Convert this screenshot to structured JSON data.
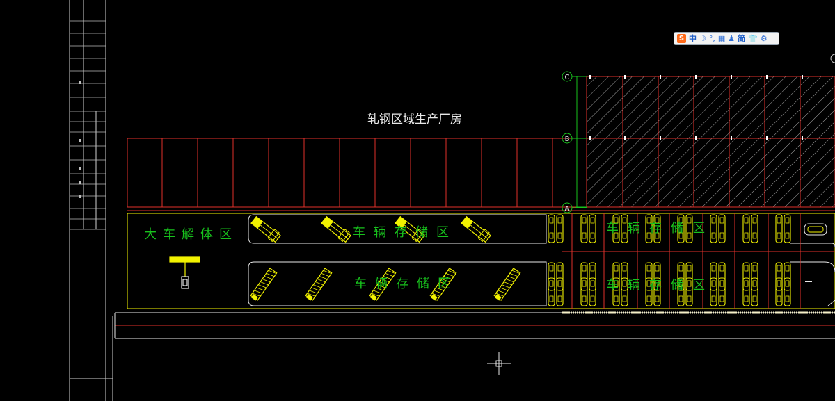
{
  "drawing": {
    "title_text": "轧钢区域生产厂房",
    "axes": {
      "c": "C",
      "b": "B",
      "a": "A"
    },
    "zones": {
      "dismantle": [
        "大",
        "车",
        "解",
        "体",
        "区"
      ],
      "upper_storage": [
        "车",
        "辆",
        "存",
        "储",
        "区"
      ],
      "lower_storage": [
        "车",
        "辆",
        "存",
        "储",
        "区"
      ],
      "right_upper_storage": [
        "车",
        "辆",
        "存",
        "储",
        "区"
      ],
      "right_lower_storage": [
        "车",
        "辆",
        "存",
        "储",
        "区"
      ]
    }
  },
  "ime_toolbar": {
    "logo": "S",
    "items": [
      "中",
      "☽",
      "°,",
      "▦",
      "♟",
      "简",
      "👕",
      "⚙"
    ]
  },
  "colors": {
    "red": "#e0312a",
    "green": "#18c21d",
    "yellow": "#f2f200",
    "white": "#e8e8e8",
    "gray": "#9a9a9a"
  }
}
